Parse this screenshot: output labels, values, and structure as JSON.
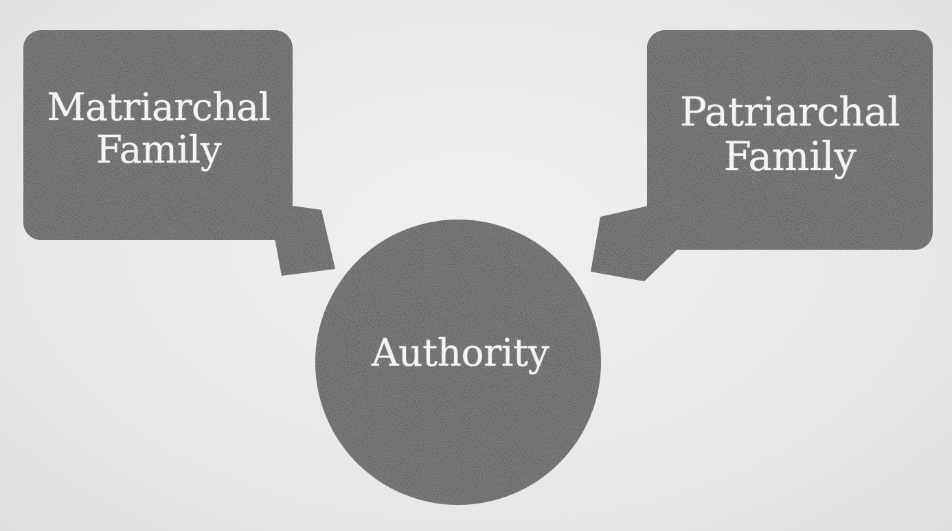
{
  "diagram": {
    "nodes": {
      "left": {
        "line1": "Matriarchal",
        "line2": "Family"
      },
      "right": {
        "line1": "Patriarchal",
        "line2": "Family"
      },
      "center": {
        "label": "Authority"
      }
    },
    "edges": [
      {
        "from": "Matriarchal Family",
        "to": "Authority"
      },
      {
        "from": "Patriarchal Family",
        "to": "Authority"
      }
    ],
    "colors": {
      "node_fill": "#3c3c3c",
      "background": "#ebebe9",
      "text": "#f4f4f2"
    }
  }
}
